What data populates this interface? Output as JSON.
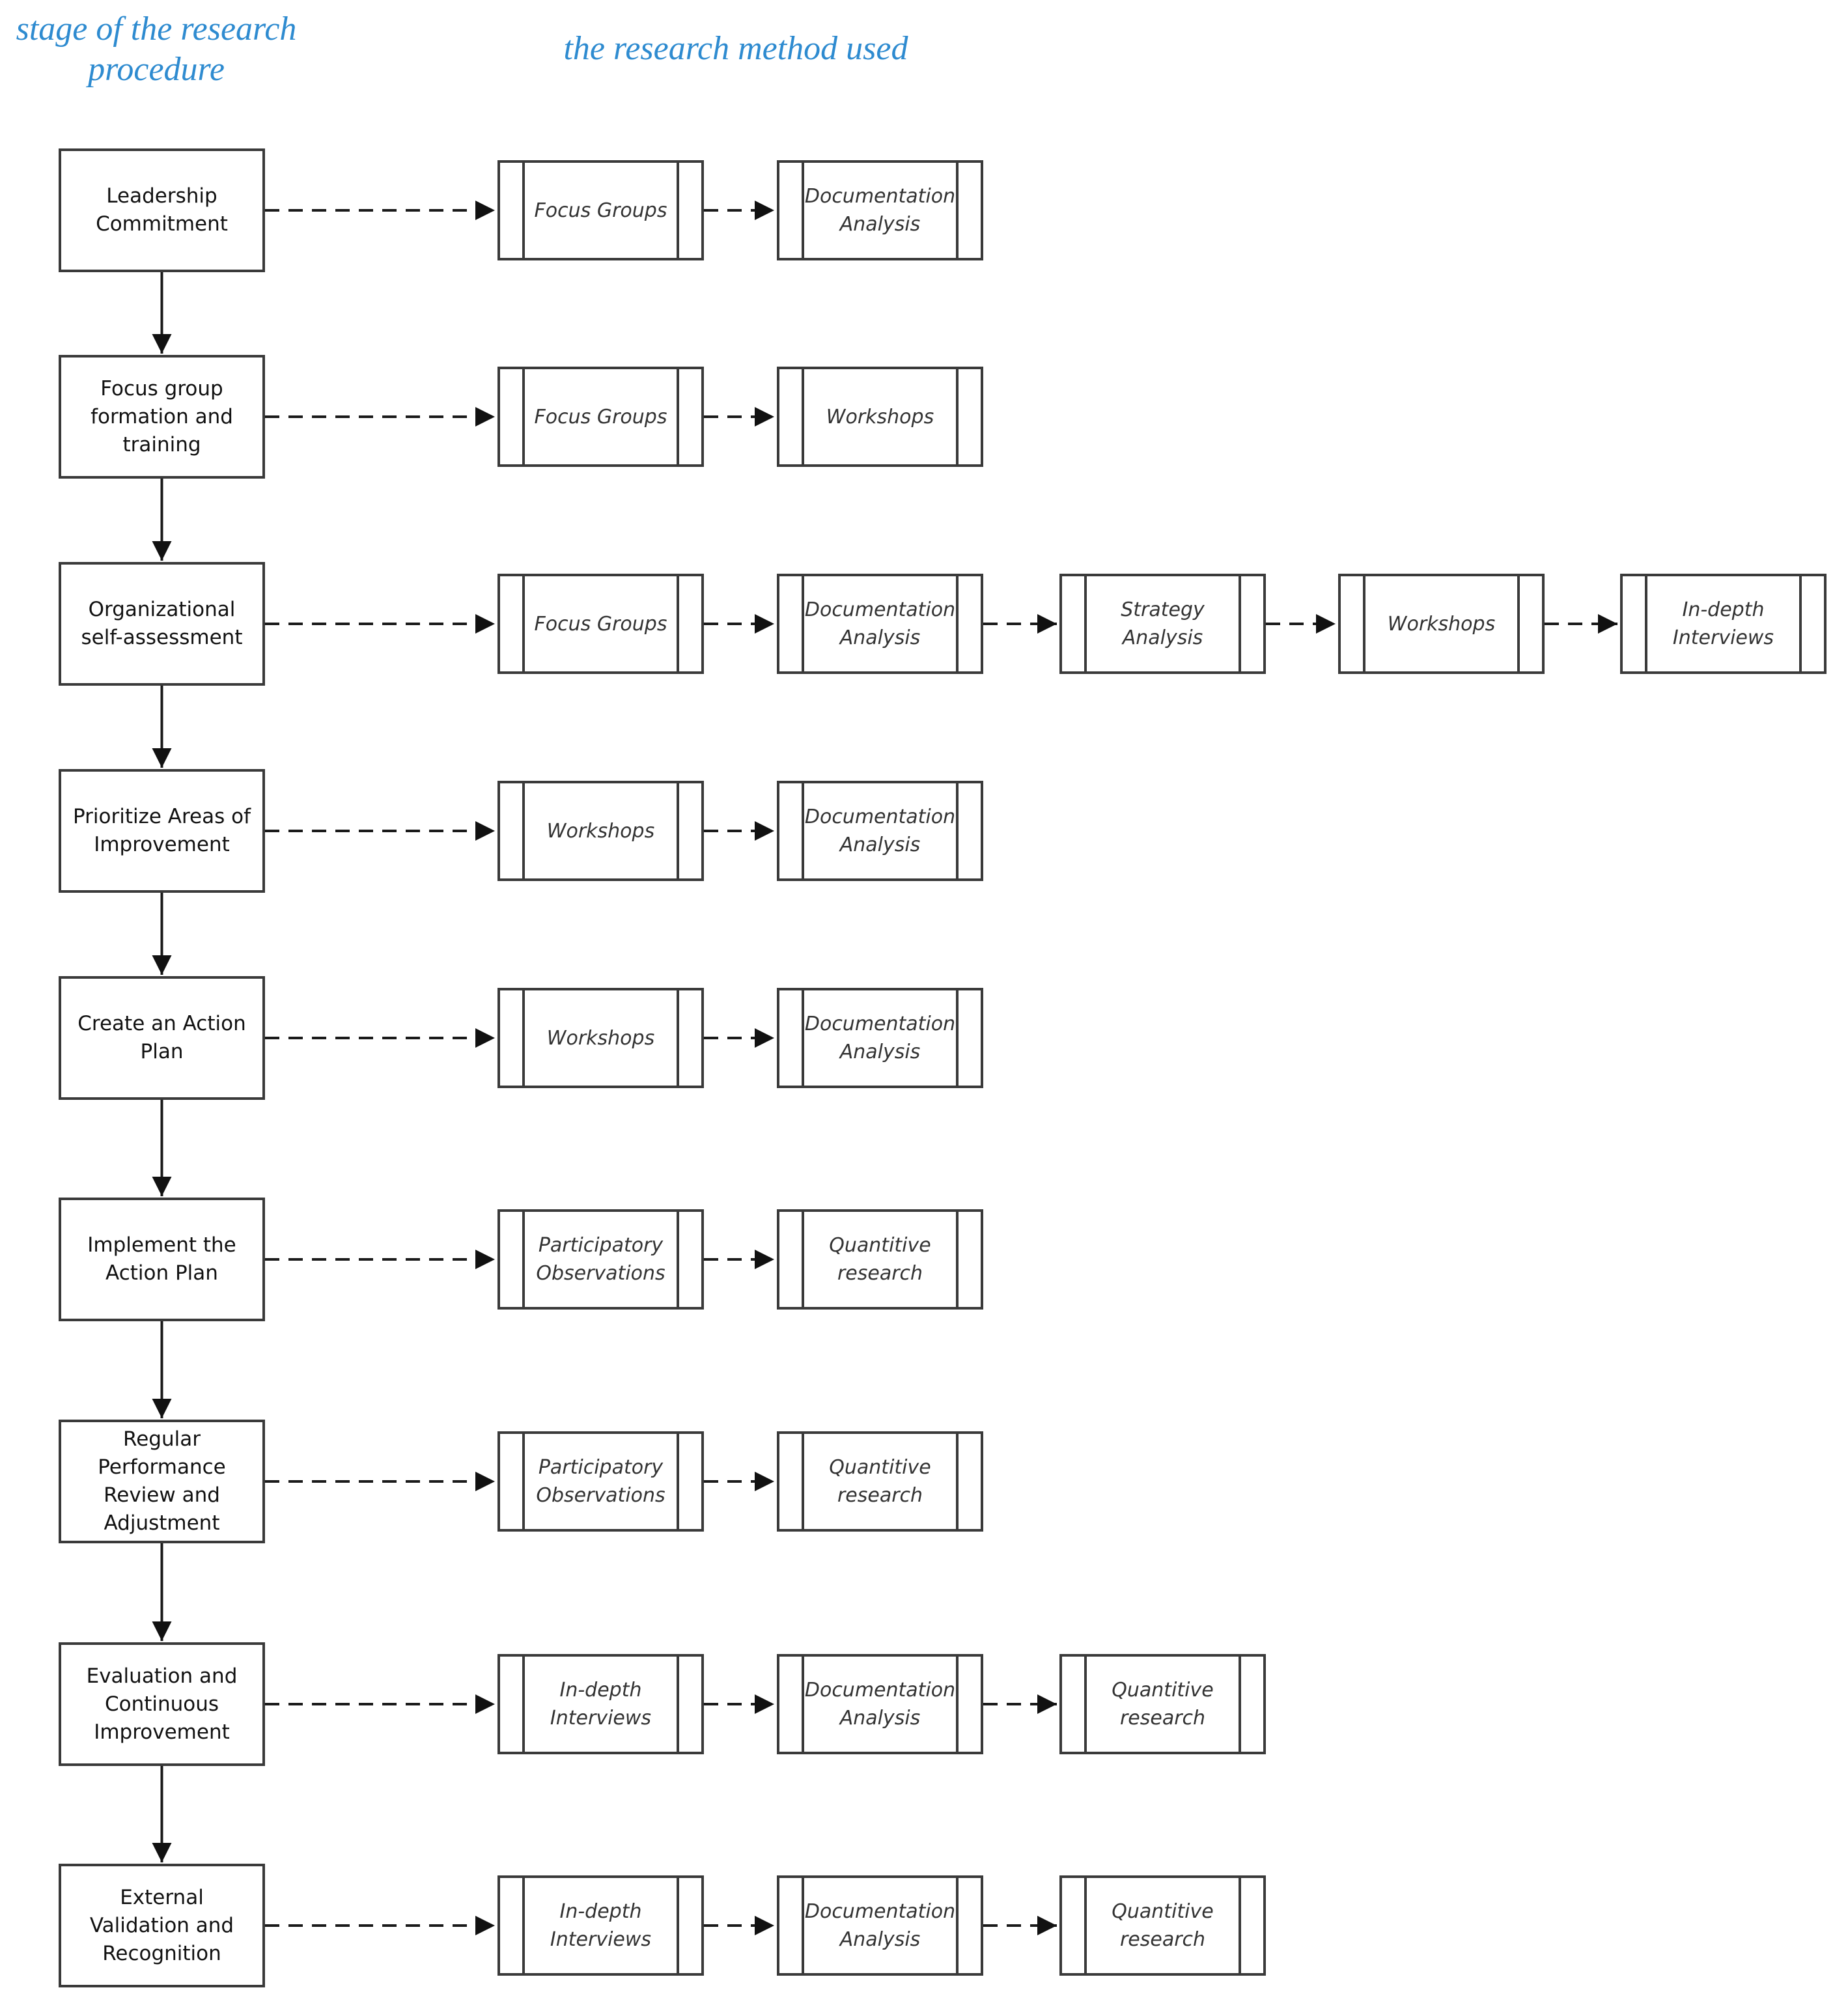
{
  "headers": {
    "stage_col": "stage of the research procedure",
    "method_col": "the research method used"
  },
  "stages": [
    {
      "label": "Leadership Commitment",
      "methods": [
        "Focus Groups",
        "Documentation Analysis"
      ]
    },
    {
      "label": "Focus group formation and training",
      "methods": [
        "Focus Groups",
        "Workshops"
      ]
    },
    {
      "label": "Organizational self-assessment",
      "methods": [
        "Focus Groups",
        "Documentation Analysis",
        "Strategy Analysis",
        "Workshops",
        "In-depth Interviews"
      ]
    },
    {
      "label": "Prioritize Areas of Improvement",
      "methods": [
        "Workshops",
        "Documentation Analysis"
      ]
    },
    {
      "label": "Create an Action Plan",
      "methods": [
        "Workshops",
        "Documentation Analysis"
      ]
    },
    {
      "label": "Implement the Action Plan",
      "methods": [
        "Participatory Observations",
        "Quantitive research"
      ]
    },
    {
      "label": "Regular Performance Review and Adjustment",
      "methods": [
        "Participatory Observations",
        "Quantitive research"
      ]
    },
    {
      "label": "Evaluation and Continuous Improvement",
      "methods": [
        "In-depth Interviews",
        "Documentation Analysis",
        "Quantitive research"
      ]
    },
    {
      "label": "External Validation and Recognition",
      "methods": [
        "In-depth Interviews",
        "Documentation Analysis",
        "Quantitive research"
      ]
    }
  ],
  "colors": {
    "header": "#2e8bd0",
    "stroke": "#3a3a3a"
  }
}
